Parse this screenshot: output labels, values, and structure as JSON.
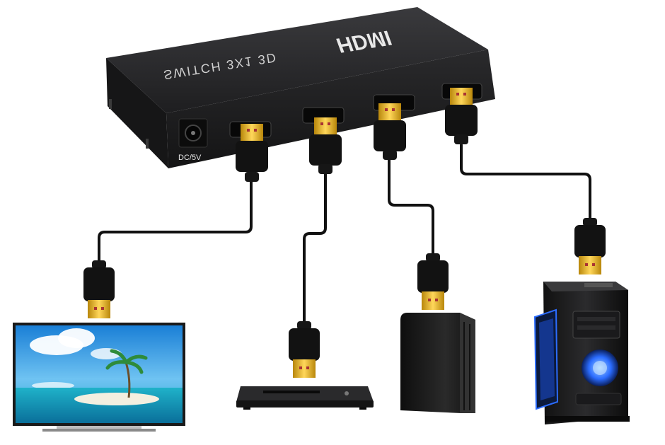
{
  "switch_box": {
    "brand": "HDMI",
    "model": "SWITCH 3X1 3D",
    "power_label": "DC/5V",
    "body_color": "#1c1c1e",
    "connector_gold": "#e8b92a"
  },
  "devices": [
    {
      "name": "flat-screen-tv"
    },
    {
      "name": "dvd-player"
    },
    {
      "name": "game-console"
    },
    {
      "name": "desktop-pc-tower"
    }
  ],
  "cable_color": "#111111",
  "accent_blue": "#2b6cff"
}
